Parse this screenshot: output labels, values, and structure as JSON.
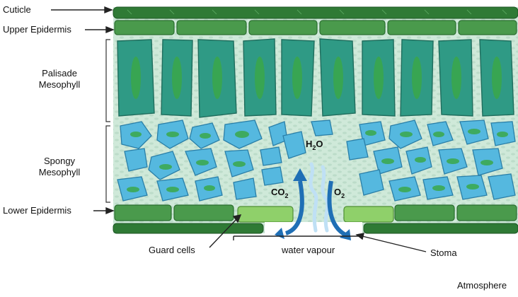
{
  "labels": {
    "cuticle": "Cuticle",
    "upper_epidermis": "Upper Epidermis",
    "palisade": [
      "Palisade",
      "Mesophyll"
    ],
    "spongy": [
      "Spongy",
      "Mesophyll"
    ],
    "lower_epidermis": "Lower Epidermis",
    "guard_cells": "Guard cells",
    "water_vapour": "water vapour",
    "stoma": "Stoma",
    "atmosphere": "Atmosphere"
  },
  "gas_labels": {
    "water": {
      "base": "H",
      "sub": "2",
      "tail": "O"
    },
    "co2": {
      "base": "CO",
      "sub": "2"
    },
    "o2": {
      "base": "O",
      "sub": "2"
    }
  },
  "colors": {
    "cuticle": "#2f7a35",
    "epidermis": "#4a9a4c",
    "palisade_cell": "#2f9a85",
    "chloroplast": "#3aa84a",
    "spongy_cell": "#55b8df",
    "background_tissue": "#cfe9d9",
    "guard_cell": "#8fd06a",
    "arrow_blue": "#1f6fb5"
  }
}
